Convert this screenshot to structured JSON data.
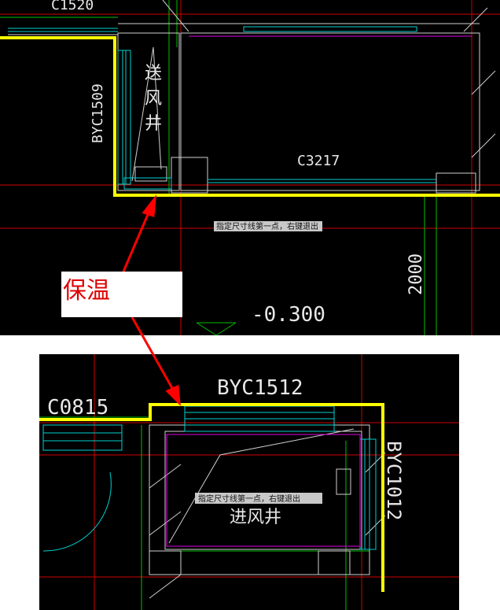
{
  "top_view": {
    "label_c1520": "C1520",
    "label_byc1509": "BYC1509",
    "shaft_text": [
      "送",
      "风",
      "井"
    ],
    "label_c3217": "C3217",
    "tooltip": "指定尺寸线第一点，右键退出",
    "dim_2000": "2000",
    "elevation": "-0.300"
  },
  "annotation": {
    "label": "保温",
    "colors": {
      "highlight": "#ffff00",
      "arrow": "#ff0000"
    }
  },
  "bottom_view": {
    "label_c0815": "C0815",
    "label_byc1512": "BYC1512",
    "label_byc1012": "BYC1012",
    "tooltip": "指定尺寸线第一点，右键退出",
    "shaft_text": "进风井"
  }
}
